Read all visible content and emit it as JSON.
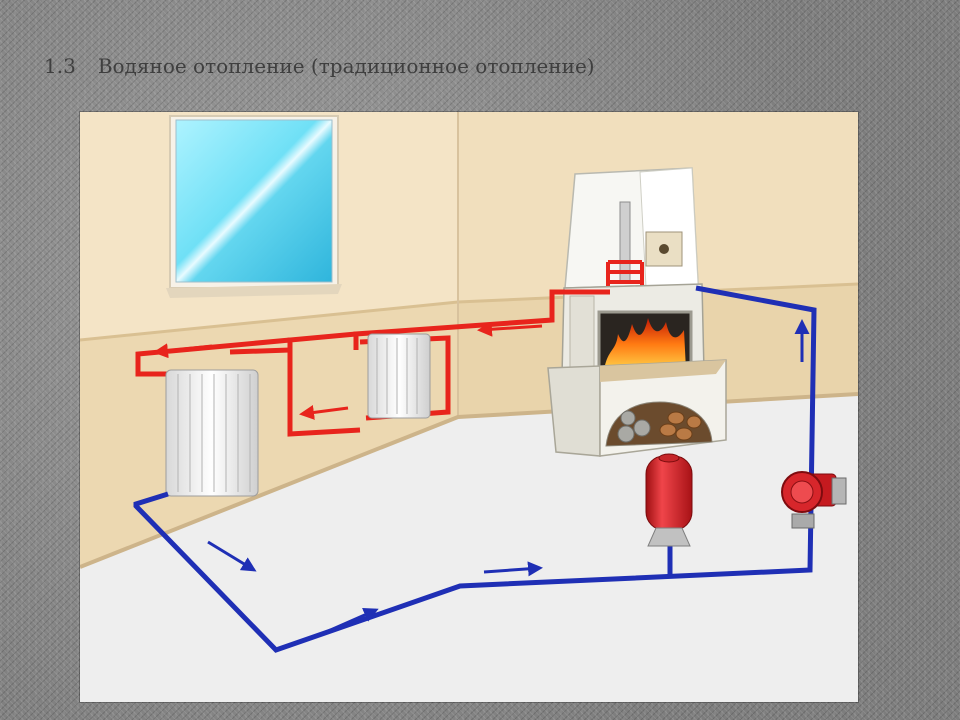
{
  "title": {
    "number": "1.3",
    "text": "Водяное отопление (традиционное отопление)"
  },
  "colors": {
    "hot_pipe": "#e8241c",
    "cold_pipe": "#1f2fb5",
    "wall": "#f4e4c6",
    "floor": "#eeeeee",
    "background": "#8a8a8a"
  },
  "components": [
    {
      "name": "window",
      "label": ""
    },
    {
      "name": "fireplace-stove",
      "label": ""
    },
    {
      "name": "radiator-left",
      "label": ""
    },
    {
      "name": "radiator-right",
      "label": ""
    },
    {
      "name": "expansion-tank",
      "label": ""
    },
    {
      "name": "circulation-pump",
      "label": ""
    }
  ]
}
